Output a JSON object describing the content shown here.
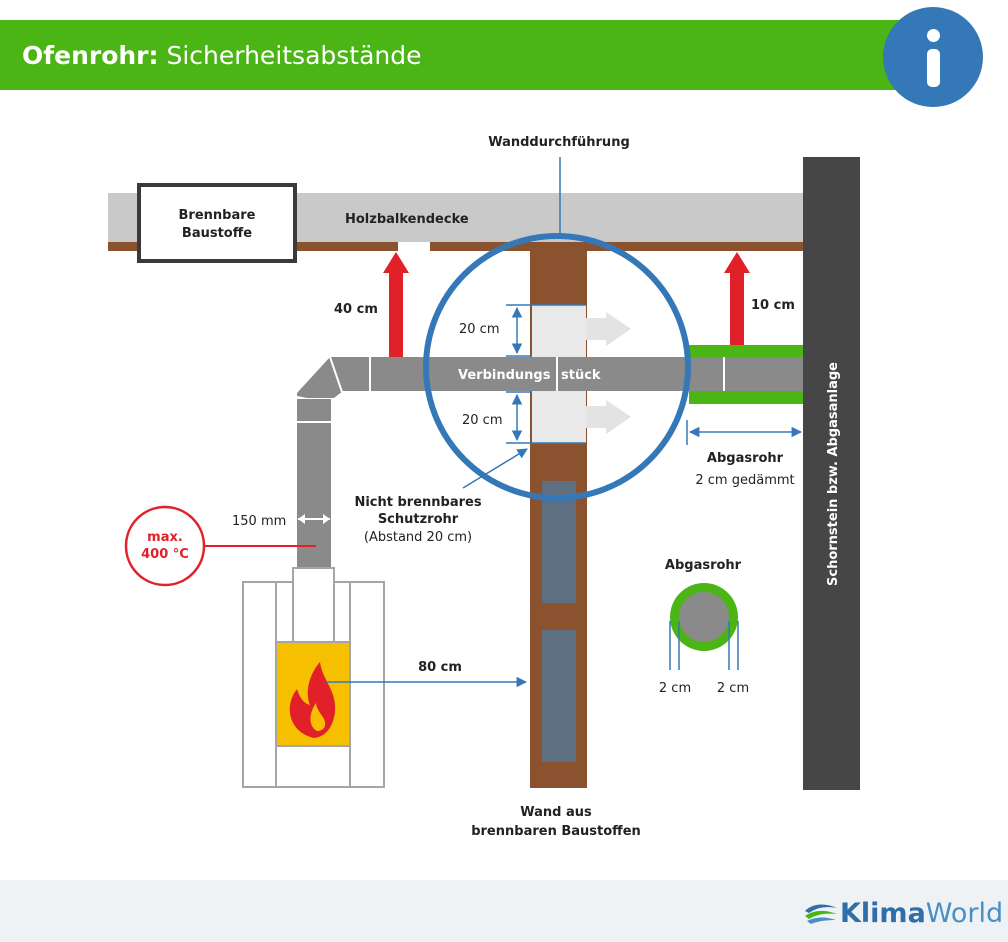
{
  "header": {
    "title_bold": "Ofenrohr:",
    "title_rest": " Sicherheitsabstände"
  },
  "diagram": {
    "wanddurchfuehrung": "Wanddurchführung",
    "brennbare_l1": "Brennbare",
    "brennbare_l2": "Baustoffe",
    "holzbalkendecke": "Holzbalkendecke",
    "dist_40": "40 cm",
    "dist_10": "10 cm",
    "dist_20_top": "20 cm",
    "dist_20_bottom": "20 cm",
    "verbindung_a": "Verbindungs",
    "verbindung_b": "stück",
    "abgasrohr_side": "Abgasrohr",
    "abgasrohr_side_sub": "2 cm gedämmt",
    "schornstein": "Schornstein bzw. Abgasanlage",
    "schutzrohr_l1": "Nicht brennbares",
    "schutzrohr_l2": "Schutzrohr",
    "schutzrohr_l3": "(Abstand 20 cm)",
    "dist_150": "150 mm",
    "max_l1": "max.",
    "max_l2": "400 °C",
    "abgasrohr_cross": "Abgasrohr",
    "cross_left": "2 cm",
    "cross_right": "2 cm",
    "dist_80": "80 cm",
    "wand_l1": "Wand aus",
    "wand_l2": "brennbaren Baustoffen"
  },
  "footer": {
    "logo_a": "Klima",
    "logo_b": "World"
  },
  "colors": {
    "green": "#4cb516",
    "blue": "#3578b8",
    "red": "#e2202a",
    "wood": "#8b5230",
    "pipe": "#8a8a8a",
    "chimney": "#464646"
  }
}
